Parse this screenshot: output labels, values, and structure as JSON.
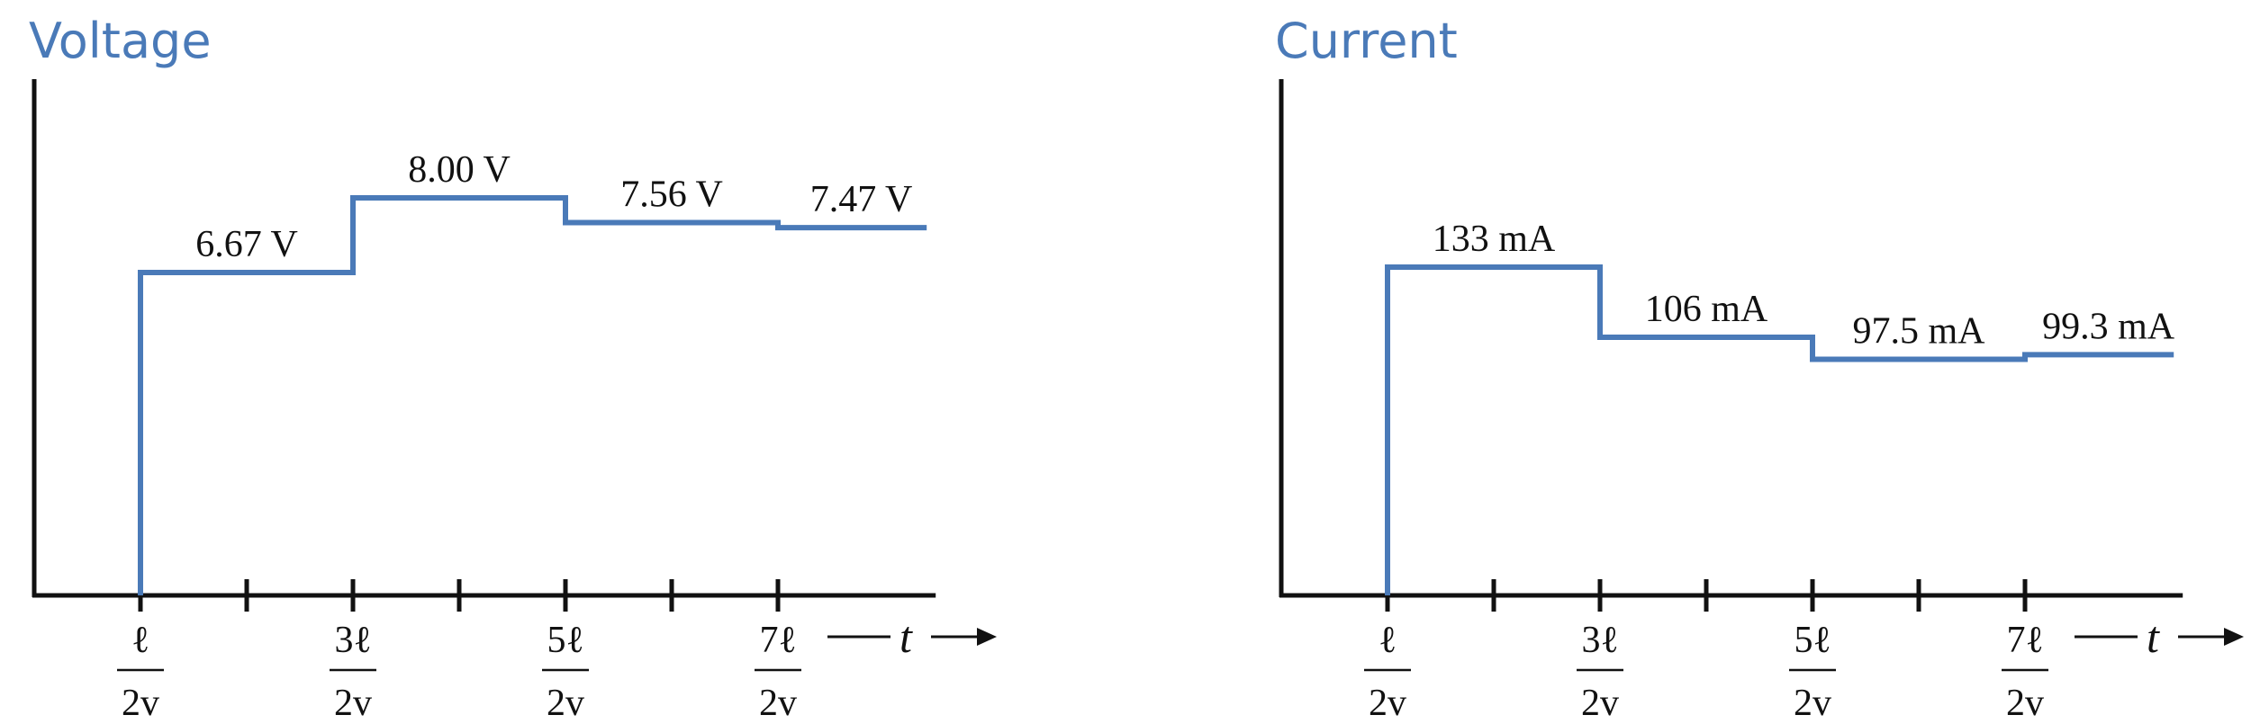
{
  "colors": {
    "series": "#4a7ab8",
    "axis": "#111111"
  },
  "chart_data": [
    {
      "type": "line",
      "title": "Voltage",
      "xlabel": "t",
      "x_tick_labels": [
        {
          "num": "ℓ",
          "den": "2v"
        },
        {
          "num": "3ℓ",
          "den": "2v"
        },
        {
          "num": "5ℓ",
          "den": "2v"
        },
        {
          "num": "7ℓ",
          "den": "2v"
        }
      ],
      "x_tick_positions": [
        1,
        2,
        3,
        4,
        5,
        6,
        7
      ],
      "x_range": [
        0,
        8.4
      ],
      "y_range": [
        0,
        10
      ],
      "grid": false,
      "step_series": {
        "units": "V",
        "segments": [
          {
            "x0": 1,
            "x1": 3,
            "y": 6.67,
            "label": "6.67 V"
          },
          {
            "x0": 3,
            "x1": 5,
            "y": 8.0,
            "label": "8.00 V"
          },
          {
            "x0": 5,
            "x1": 7,
            "y": 7.56,
            "label": "7.56 V"
          },
          {
            "x0": 7,
            "x1": 8.4,
            "y": 7.47,
            "label": "7.47 V"
          }
        ]
      }
    },
    {
      "type": "line",
      "title": "Current",
      "xlabel": "t",
      "x_tick_labels": [
        {
          "num": "ℓ",
          "den": "2v"
        },
        {
          "num": "3ℓ",
          "den": "2v"
        },
        {
          "num": "5ℓ",
          "den": "2v"
        },
        {
          "num": "7ℓ",
          "den": "2v"
        }
      ],
      "x_tick_positions": [
        1,
        2,
        3,
        4,
        5,
        6,
        7
      ],
      "x_range": [
        0,
        8.4
      ],
      "y_range": [
        0,
        200
      ],
      "grid": false,
      "step_series": {
        "units": "mA",
        "segments": [
          {
            "x0": 1,
            "x1": 3,
            "y": 133,
            "label": "133 mA"
          },
          {
            "x0": 3,
            "x1": 5,
            "y": 106,
            "label": "106 mA"
          },
          {
            "x0": 5,
            "x1": 7,
            "y": 97.5,
            "label": "97.5 mA"
          },
          {
            "x0": 7,
            "x1": 8.4,
            "y": 99.3,
            "label": "99.3 mA"
          }
        ]
      }
    }
  ]
}
